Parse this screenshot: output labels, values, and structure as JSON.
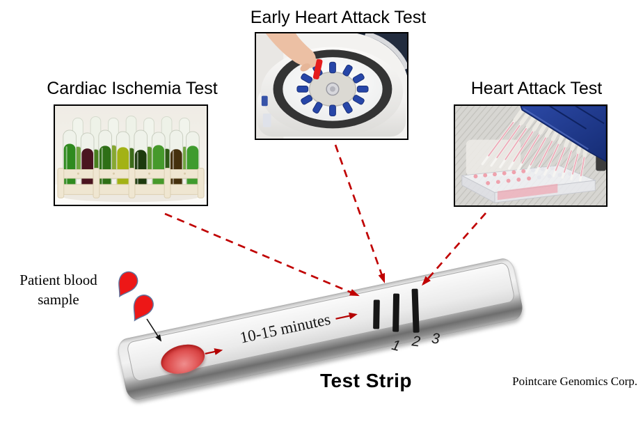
{
  "slide": {
    "background": "#ffffff",
    "company_credit": "Pointcare Genomics Corp."
  },
  "tests": [
    {
      "label": "Cardiac Ischemia Test",
      "band_number": "1",
      "image_alt": "rack of test tubes filled with green reagents"
    },
    {
      "label": "Early Heart Attack Test",
      "band_number": "2",
      "image_alt": "benchtop centrifuge with blue tubes and a hand loading a red sample tube"
    },
    {
      "label": "Heart Attack Test",
      "band_number": "3",
      "image_alt": "multichannel pipette dispensing pink samples into a microplate"
    }
  ],
  "sample": {
    "label_line1": "Patient blood",
    "label_line2": "sample"
  },
  "strip": {
    "label": "Test Strip",
    "duration_text": "10-15 minutes",
    "band_numbers": [
      "1",
      "2",
      "3"
    ]
  },
  "colors": {
    "arrow_red": "#C00000",
    "blood_drop_red": "#ED1717",
    "blood_drop_outline": "#5F729C",
    "blood_spot_red": "#CC3030",
    "band_color": "#161616"
  }
}
